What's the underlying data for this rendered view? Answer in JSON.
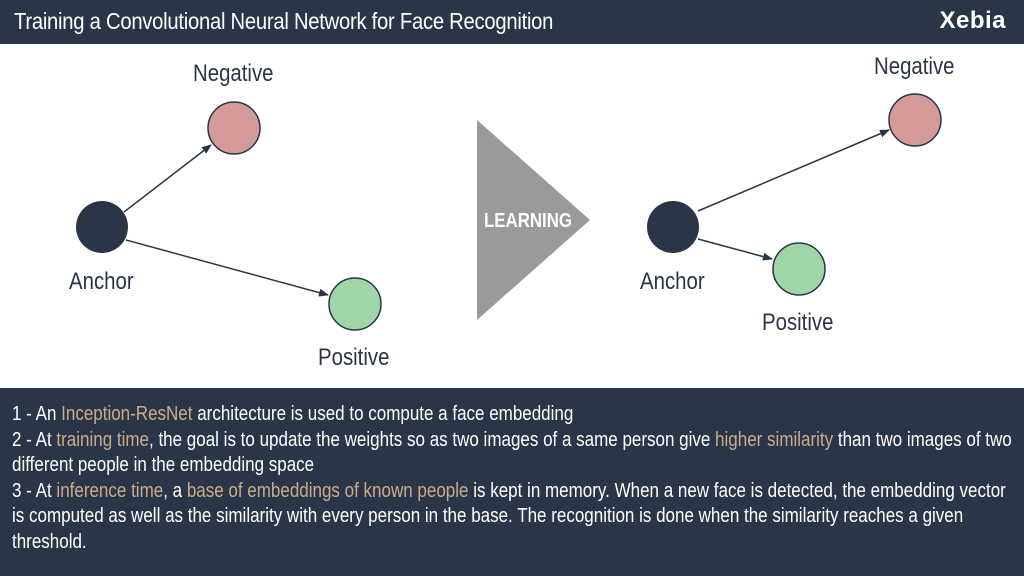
{
  "header": {
    "title": "Training a Convolutional Neural Network for Face Recognition",
    "logo_text": "Xebia"
  },
  "diagram": {
    "left": {
      "negative_label": "Negative",
      "anchor_label": "Anchor",
      "positive_label": "Positive"
    },
    "arrow_label": "LEARNING",
    "right": {
      "negative_label": "Negative",
      "anchor_label": "Anchor",
      "positive_label": "Positive"
    },
    "colors": {
      "anchor": "#2b3548",
      "negative": "#d49a9a",
      "positive": "#9fd6a8",
      "arrow": "#9a9a9a"
    }
  },
  "notes": {
    "item1": {
      "pre": "1 - An ",
      "hl1": "Inception-ResNet",
      "post": " architecture is used to compute a face embedding"
    },
    "item2": {
      "pre": "2 - At ",
      "hl1": "training time",
      "mid": ", the goal is to update the weights so as two images of a same person give ",
      "hl2": "higher similarity",
      "post": " than two images of two different people in the embedding space"
    },
    "item3": {
      "pre": "3 - At ",
      "hl1": "inference time",
      "mid": ", a ",
      "hl2": "base of embeddings of known people",
      "post": " is kept in memory. When a new face is detected, the embedding vector is computed as well as the similarity with every person in the base. The recognition is done when the similarity reaches a given threshold."
    },
    "highlight_color": "#c9ad8b"
  }
}
